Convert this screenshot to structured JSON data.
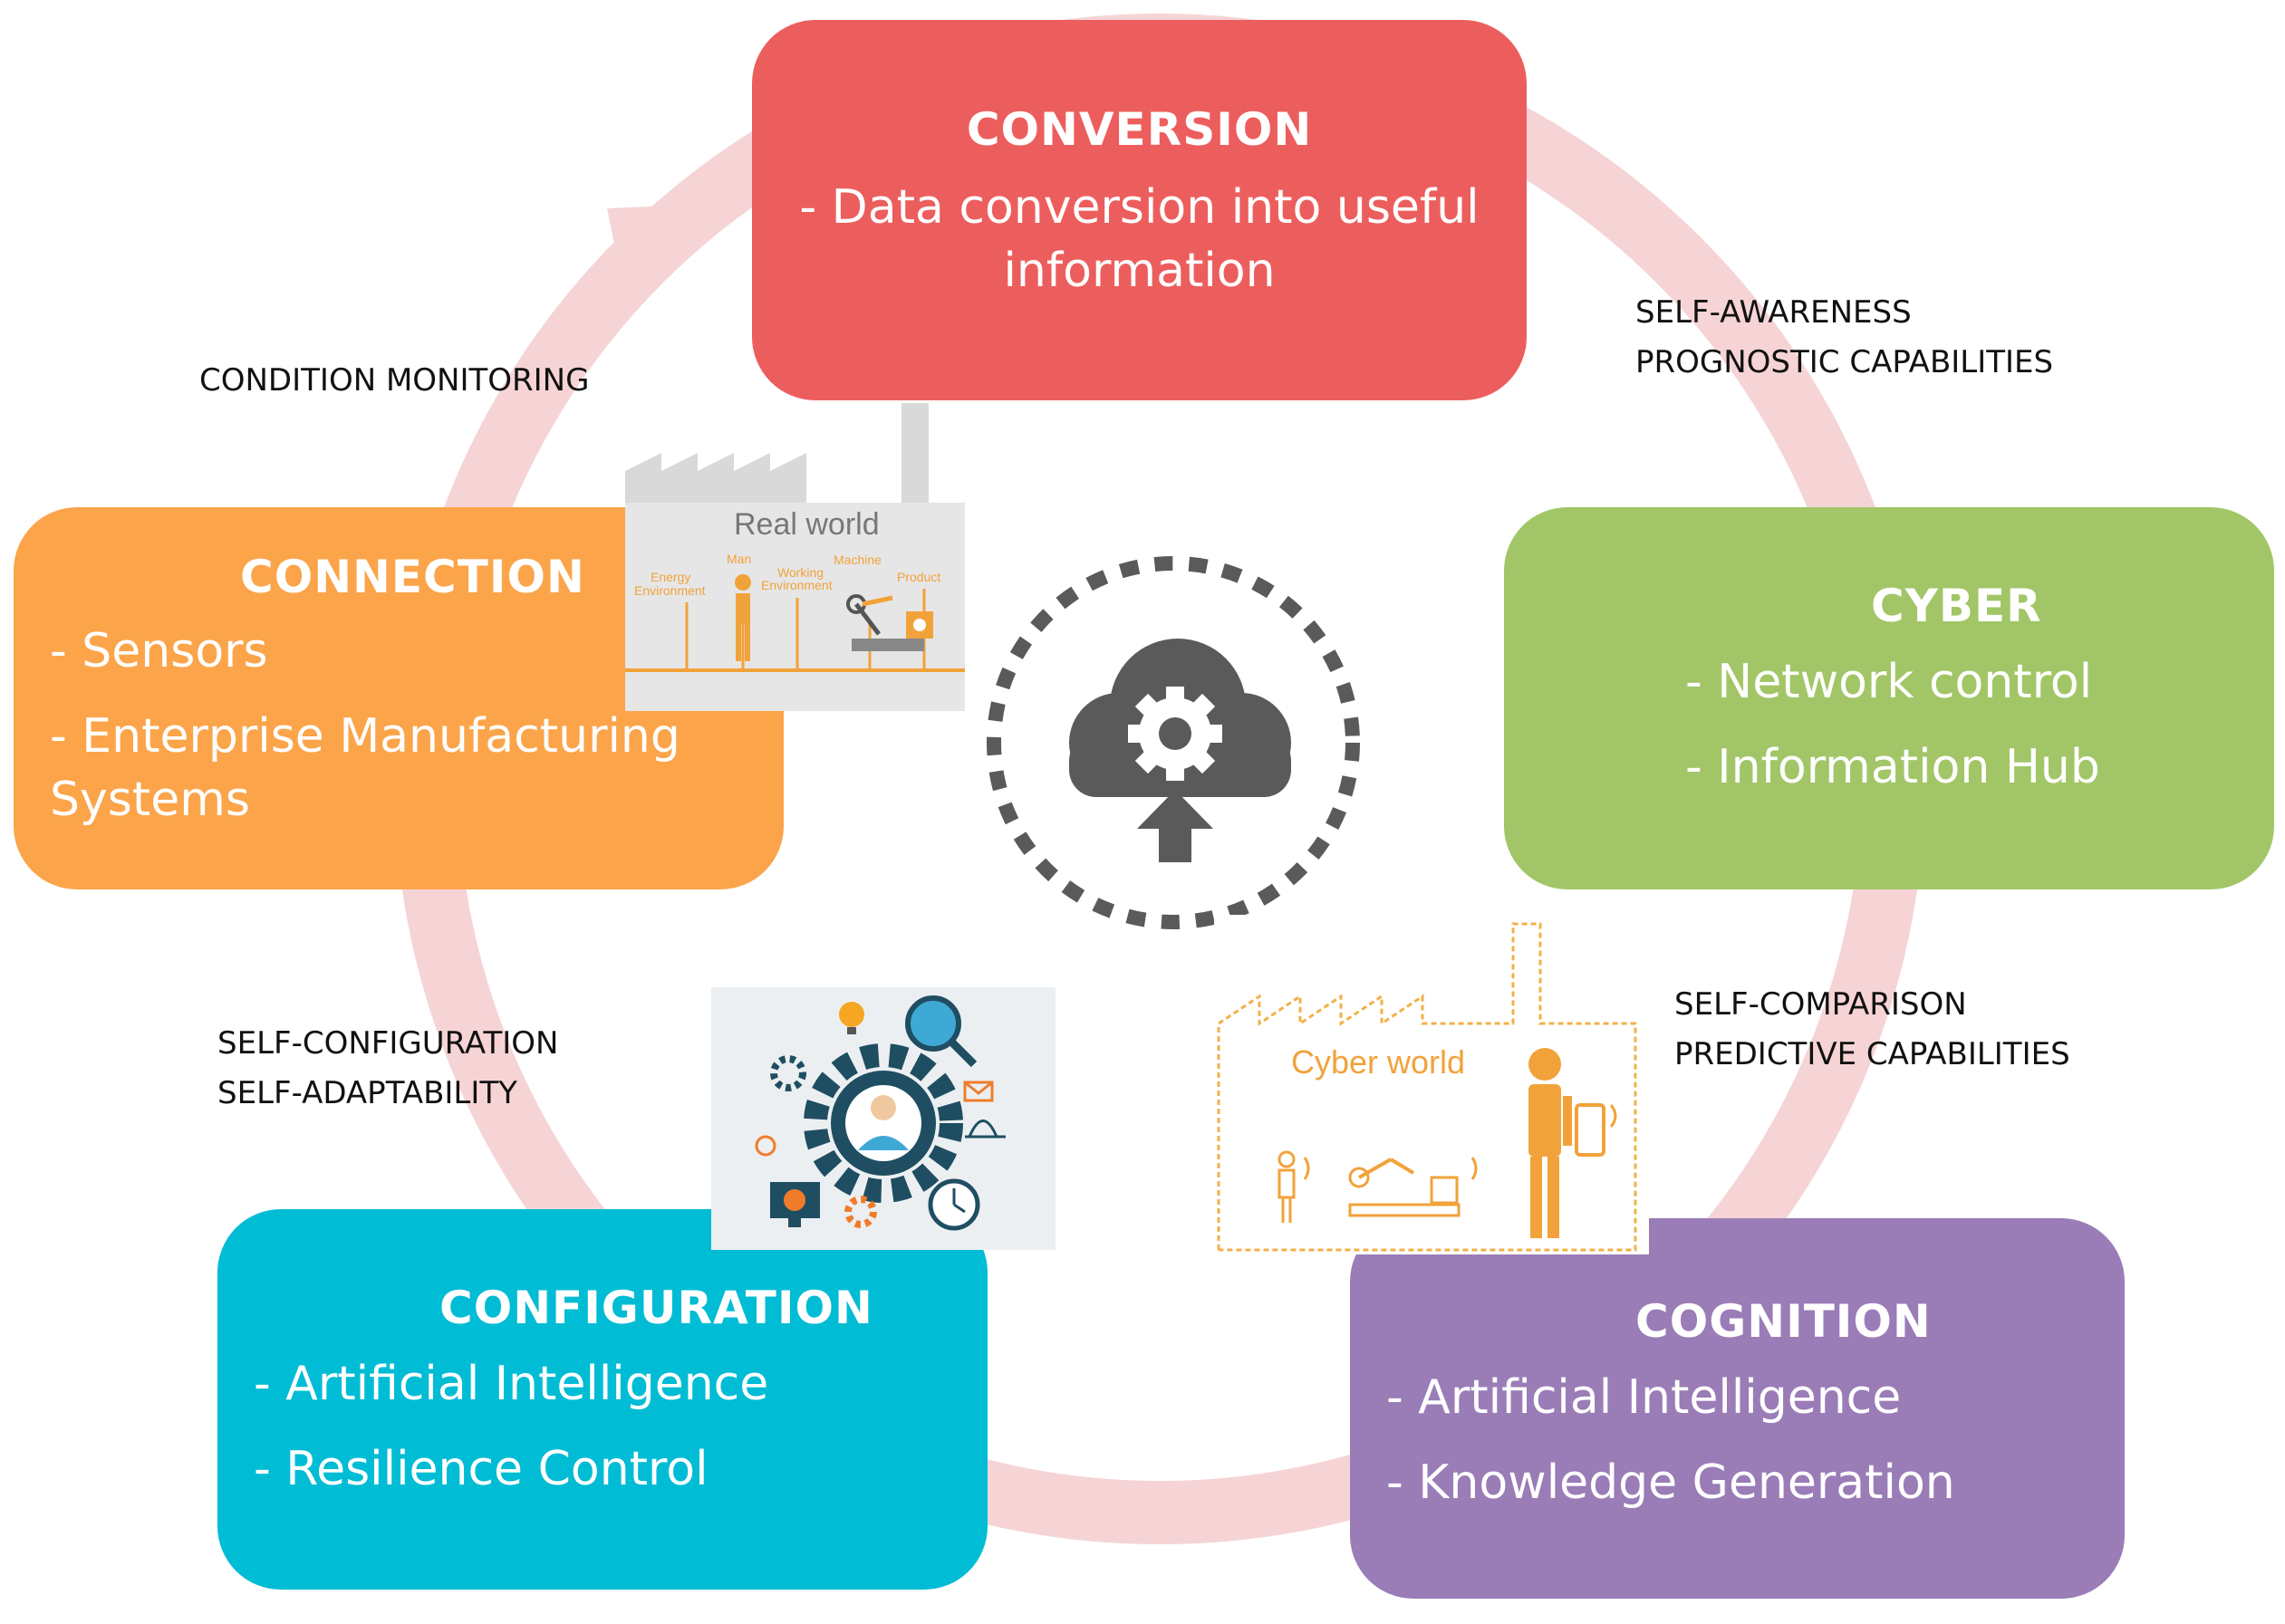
{
  "colors": {
    "conversion": "#ec5e5d",
    "connection": "#fba44a",
    "cyber": "#a2c667",
    "configuration": "#00bcd4",
    "cognition": "#9a7cb7",
    "ring": "#f6d4d6",
    "icon_gray": "#5a5a5a",
    "orange_line": "#f2a23a"
  },
  "boxes": {
    "conversion": {
      "title": "CONVERSION",
      "items": [
        "- Data conversion into useful",
        "information"
      ]
    },
    "connection": {
      "title": "CONNECTION",
      "items": [
        "- Sensors",
        "- Enterprise Manufacturing",
        "Systems"
      ]
    },
    "cyber": {
      "title": "CYBER",
      "items": [
        "- Network control",
        "- Information Hub"
      ]
    },
    "configuration": {
      "title": "CONFIGURATION",
      "items": [
        "- Artificial Intelligence",
        "- Resilience Control"
      ]
    },
    "cognition": {
      "title": "COGNITION",
      "items": [
        "- Artificial Intelligence",
        "- Knowledge Generation"
      ]
    }
  },
  "labels": {
    "condition_monitoring": "CONDITION MONITORING",
    "self_awareness": "SELF-AWARENESS",
    "prognostic": "PROGNOSTIC CAPABILITIES",
    "self_comparison": "SELF-COMPARISON",
    "predictive": "PREDICTIVE CAPABILITIES",
    "self_configuration": "SELF-CONFIGURATION",
    "self_adaptability": "SELF-ADAPTABILITY"
  },
  "real_world": {
    "title": "Real world",
    "labels": [
      "Energy\nEnvironment",
      "Man",
      "Working\nEnvironment",
      "Machine",
      "Product"
    ]
  },
  "cyber_world": {
    "title": "Cyber world"
  },
  "icons": {
    "center": "cloud-gear-upload-icon",
    "configuration_illustration": "gear-person-icon"
  }
}
